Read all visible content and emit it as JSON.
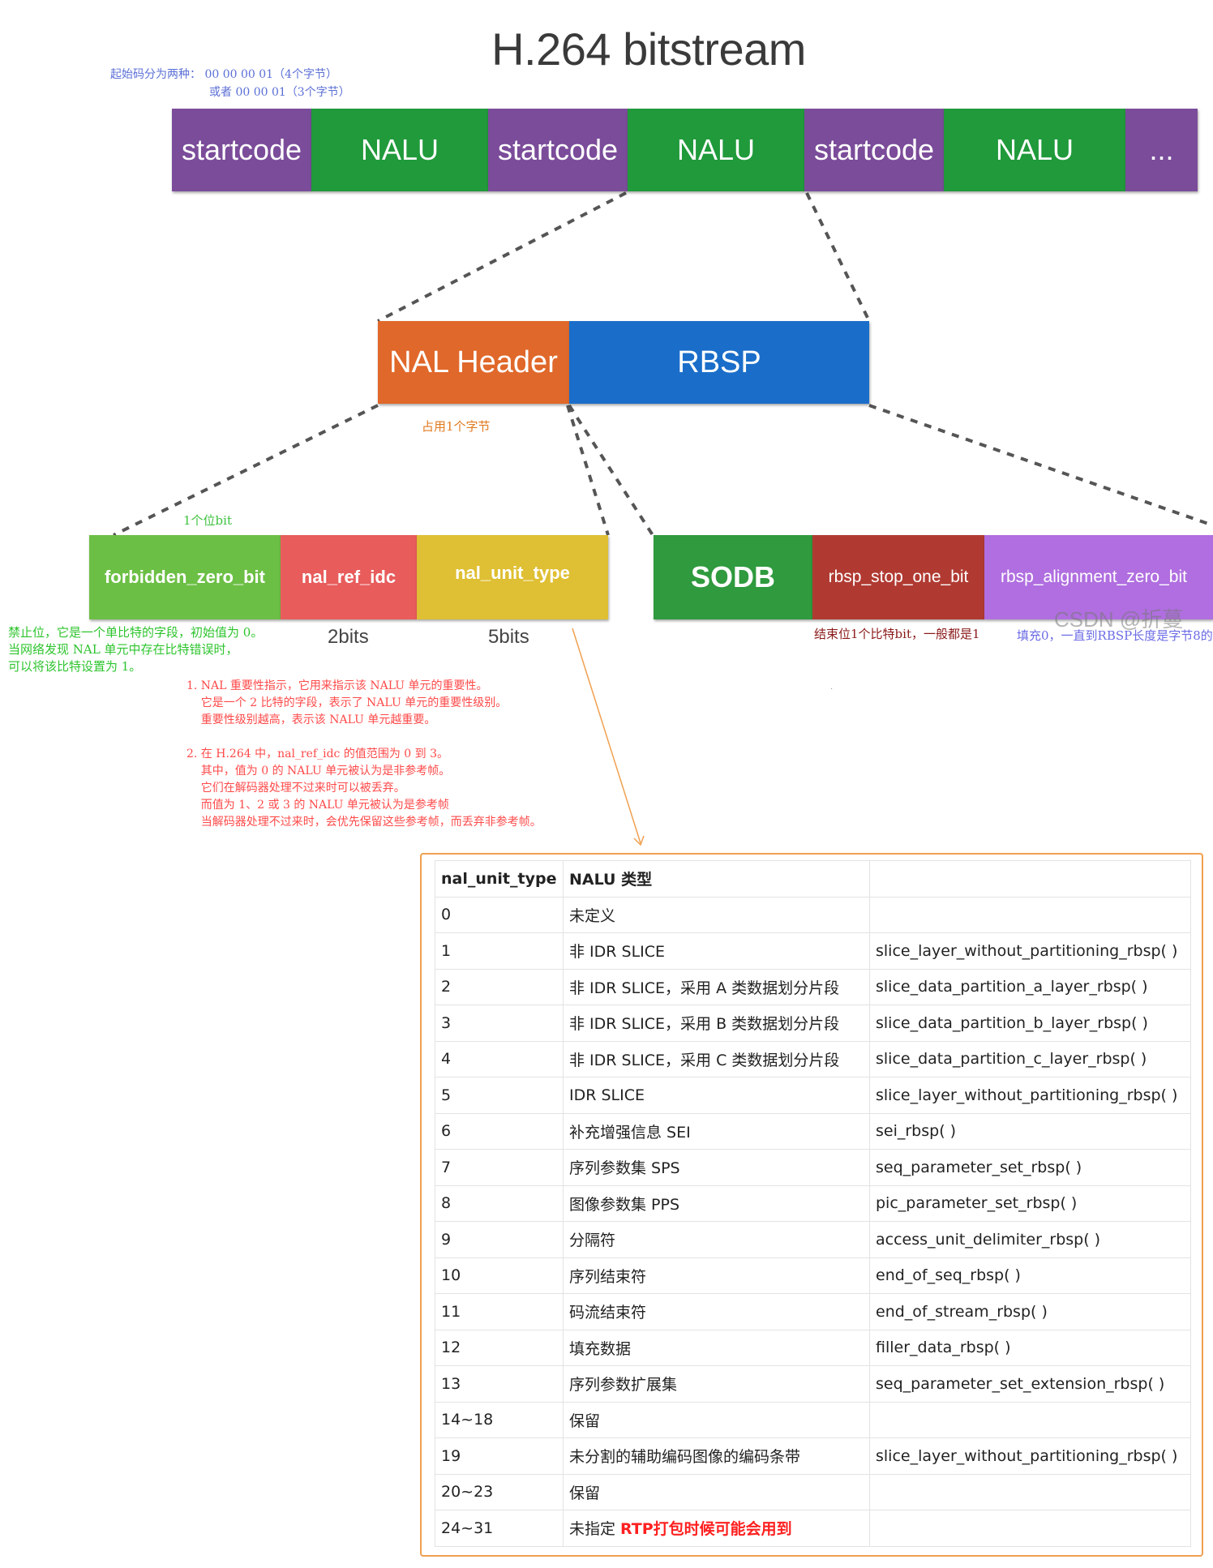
{
  "title": "H.264 bitstream",
  "startcode_note": {
    "line1": "起始码分为两种： 00 00 00 01（4个字节）",
    "line2": "或者 00 00 01（3个字节）"
  },
  "top_bar": [
    "startcode",
    "NALU",
    "startcode",
    "NALU",
    "startcode",
    "NALU",
    "..."
  ],
  "nalu": {
    "header": "NAL Header",
    "rbsp": "RBSP",
    "header_note": "占用1个字节"
  },
  "header_fields": {
    "forbidden": "forbidden_zero_bit",
    "ref_idc": "nal_ref_idc",
    "unit_type": "nal_unit_type",
    "forbidden_size": "1个位bit",
    "ref_idc_size": "2bits",
    "unit_type_size": "5bits"
  },
  "rbsp_fields": {
    "sodb": "SODB",
    "stop_bit": "rbsp_stop_one_bit",
    "align_bit": "rbsp_alignment_zero_bit",
    "stop_note": "结束位1个比特bit，一般都是1",
    "align_note": "填充0，一直到RBSP长度是字节8的"
  },
  "watermark": "CSDN @折蔓",
  "forbidden_note": [
    "禁止位，它是一个单比特的字段，初始值为 0。",
    "当网络发现 NAL 单元中存在比特错误时，",
    "可以将该比特设置为 1。"
  ],
  "ref_idc_note": [
    "1. NAL 重要性指示，它用来指示该 NALU 单元的重要性。",
    "    它是一个 2 比特的字段，表示了 NALU 单元的重要性级别。",
    "    重要性级别越高，表示该 NALU 单元越重要。",
    "",
    "2. 在 H.264 中，nal_ref_idc 的值范围为 0 到 3。",
    "    其中，值为 0 的 NALU 单元被认为是非参考帧。",
    "    它们在解码器处理不过来时可以被丢弃。",
    "    而值为 1、2 或 3 的 NALU 单元被认为是参考帧",
    "    当解码器处理不过来时，会优先保留这些参考帧，而丢弃非参考帧。"
  ],
  "table": {
    "headers": [
      "nal_unit_type",
      "NALU 类型",
      ""
    ],
    "rows": [
      [
        "0",
        "未定义",
        ""
      ],
      [
        "1",
        "非 IDR SLICE",
        "slice_layer_without_partitioning_rbsp( )"
      ],
      [
        "2",
        "非 IDR SLICE，采用 A 类数据划分片段",
        "slice_data_partition_a_layer_rbsp( )"
      ],
      [
        "3",
        "非 IDR SLICE，采用 B 类数据划分片段",
        "slice_data_partition_b_layer_rbsp( )"
      ],
      [
        "4",
        "非 IDR SLICE，采用 C 类数据划分片段",
        "slice_data_partition_c_layer_rbsp( )"
      ],
      [
        "5",
        "IDR SLICE",
        "slice_layer_without_partitioning_rbsp( )"
      ],
      [
        "6",
        "补充增强信息 SEI",
        "sei_rbsp( )"
      ],
      [
        "7",
        "序列参数集 SPS",
        "seq_parameter_set_rbsp( )"
      ],
      [
        "8",
        "图像参数集 PPS",
        "pic_parameter_set_rbsp( )"
      ],
      [
        "9",
        "分隔符",
        "access_unit_delimiter_rbsp( )"
      ],
      [
        "10",
        "序列结束符",
        "end_of_seq_rbsp( )"
      ],
      [
        "11",
        "码流结束符",
        "end_of_stream_rbsp( )"
      ],
      [
        "12",
        "填充数据",
        "filler_data_rbsp( )"
      ],
      [
        "13",
        "序列参数扩展集",
        "seq_parameter_set_extension_rbsp( )"
      ],
      [
        "14~18",
        "保留",
        ""
      ],
      [
        "19",
        "未分割的辅助编码图像的编码条带",
        "slice_layer_without_partitioning_rbsp( )"
      ],
      [
        "20~23",
        "保留",
        ""
      ],
      [
        "24~31",
        "未指定",
        ""
      ]
    ],
    "last_row_note": "RTP打包时候可能会用到"
  },
  "colors": {
    "startcode": "#7b4c9a",
    "nalu": "#209a3b",
    "nal_header": "#e0682a",
    "rbsp": "#1a6ec9",
    "forbidden": "#6cbf45",
    "ref_idc": "#e85c5c",
    "unit_type": "#dfbf33",
    "sodb": "#2f9a3e",
    "stop_bit": "#b03a32",
    "align_bit": "#b06ee0"
  }
}
